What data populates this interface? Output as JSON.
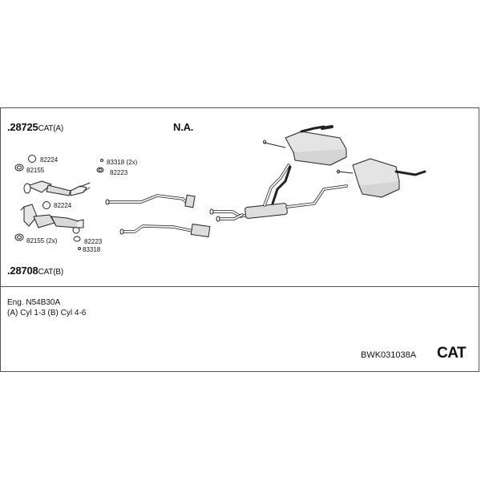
{
  "header": {
    "cat_a_number": ".28725",
    "cat_a_suffix": "CAT(A)",
    "cat_b_number": ".28708",
    "cat_b_suffix": "CAT(B)",
    "na_label": "N.A."
  },
  "parts": {
    "p82224_top": "82224",
    "p82155_top": "82155",
    "p83318_top": "83318 (2x)",
    "p82223_top": "82223",
    "p82224_mid": "82224",
    "p82155_bottom": "82155 (2x)",
    "p82223_bottom": "82223",
    "p83318_bottom": "83318"
  },
  "engine": {
    "line1": "Eng. N54B30A",
    "line2": "(A) Cyl 1-3 (B) Cyl 4-6"
  },
  "footer": {
    "code": "BWK031038A",
    "category": "CAT"
  }
}
